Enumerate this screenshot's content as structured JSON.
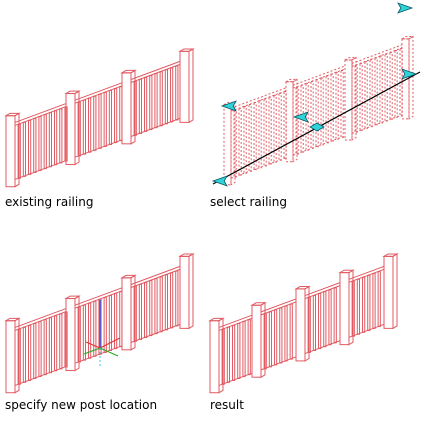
{
  "panels": [
    {
      "key": "existing",
      "caption": "existing railing"
    },
    {
      "key": "select",
      "caption": "select railing"
    },
    {
      "key": "specify",
      "caption": "specify new post location"
    },
    {
      "key": "result",
      "caption": "result"
    }
  ],
  "colors": {
    "railing": "#e05a62",
    "railing_dashed": "#e05a62",
    "grip_fill": "#2fd3d8",
    "grip_stroke": "#0a5a64",
    "path_line": "#000000",
    "ucs_x": "#e03030",
    "ucs_y": "#22aa22",
    "ucs_z": "#3355dd",
    "ucs_cursor": "#2255cc"
  },
  "icons": [
    "grip-arrow-icon",
    "grip-square-icon",
    "ucs-crosshair-icon"
  ]
}
